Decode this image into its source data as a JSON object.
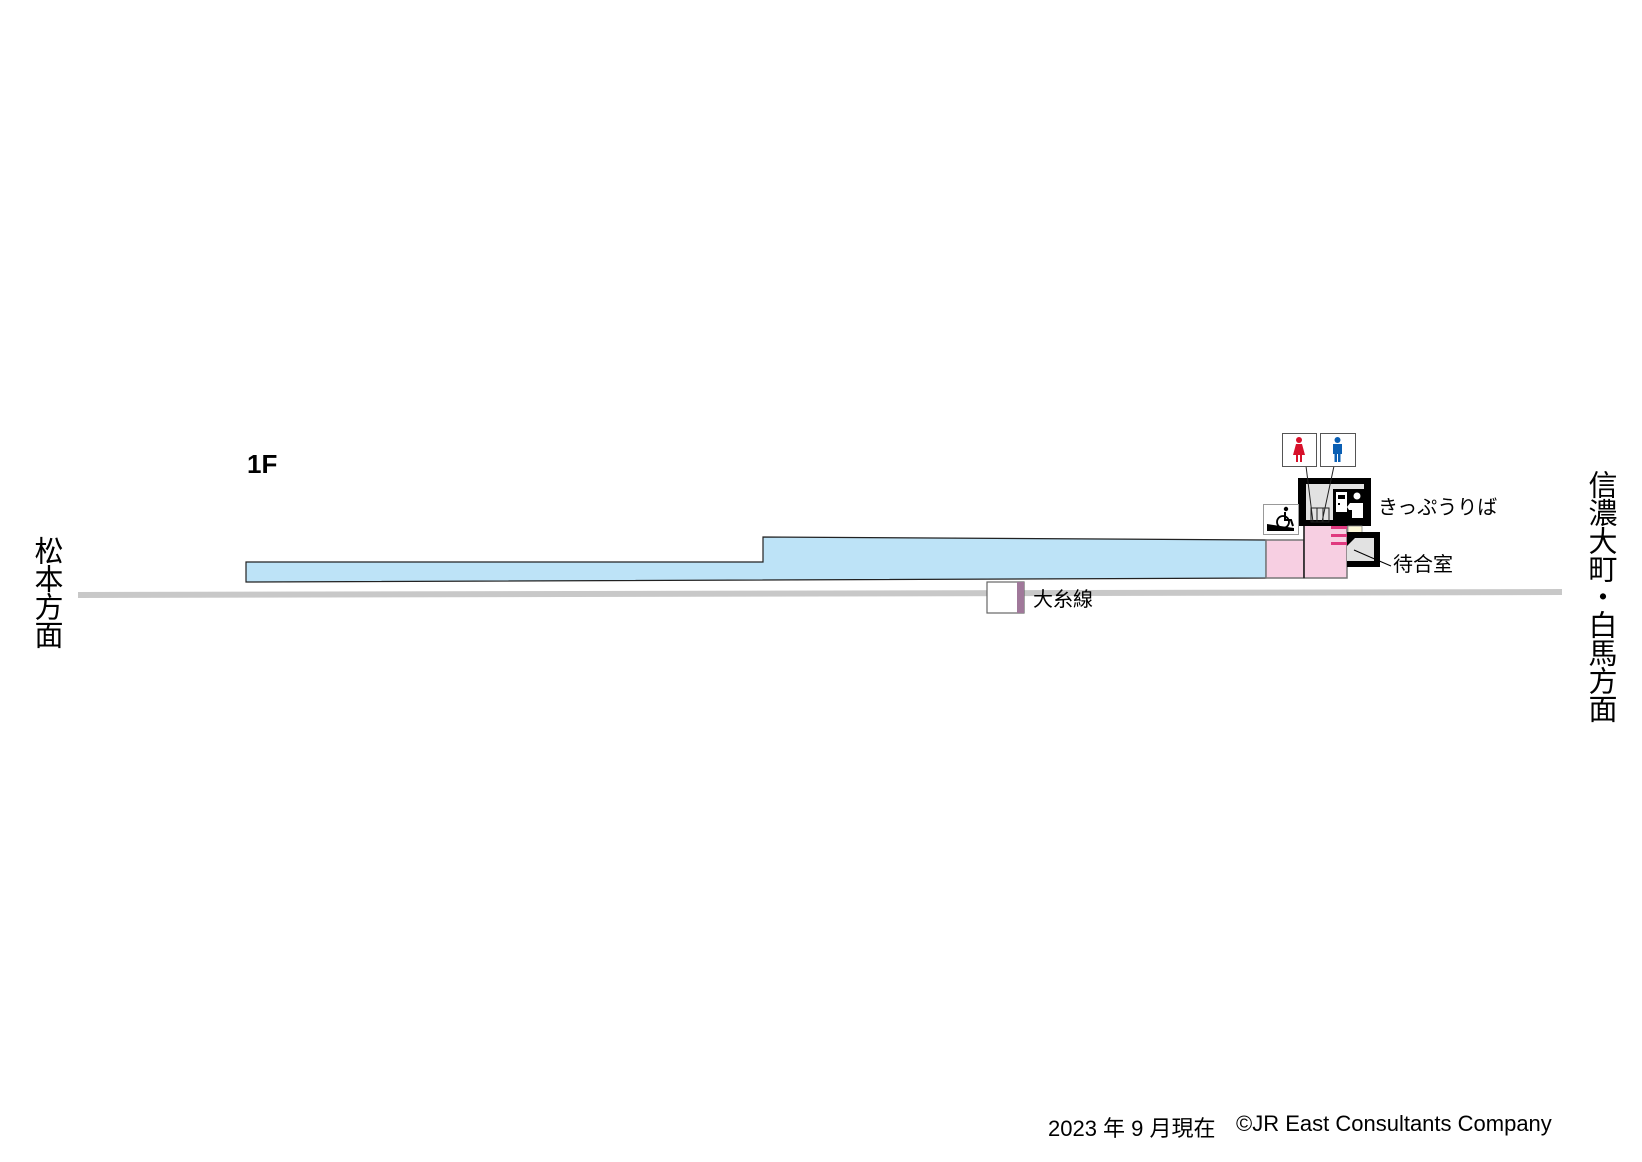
{
  "floor_label": "1F",
  "directions": {
    "left": "松本方面",
    "right": "信濃大町・白馬方面"
  },
  "line": {
    "name": "大糸線",
    "color": "#a0789a"
  },
  "facilities": {
    "ticket_office": "きっぷうりば",
    "waiting_room": "待合室"
  },
  "icons": {
    "female_toilet": "female-toilet-icon",
    "male_toilet": "male-toilet-icon",
    "slope": "wheelchair-slope-icon",
    "ticket_office": "ticket-office-icon"
  },
  "colors": {
    "platform": "#bde3f7",
    "concourse": "#f7cfe2",
    "track": "#c8c8c8",
    "waiting_room": "#e2e2e2",
    "cream": "#fdf8d8",
    "stripe": "#e0397f",
    "female": "#d7102a",
    "male": "#0a5fb4"
  },
  "footer": {
    "date": "2023 年 9 月現在",
    "copyright": "©JR East Consultants Company"
  }
}
